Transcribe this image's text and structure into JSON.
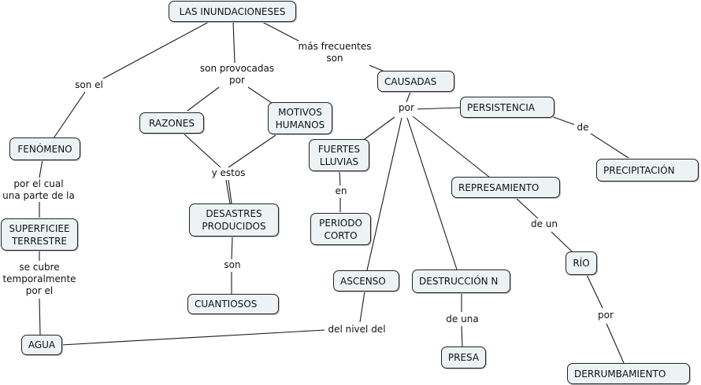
{
  "concepts": {
    "inundaciones": "LAS INUNDACIONESES",
    "fenomeno": "FENÓMENO",
    "superficie": "SUPERFICIEE\nTERRESTRE",
    "agua": "AGUA",
    "razones": "RAZONES",
    "motivos": "MOTIVOS\nHUMANOS",
    "desastres": "DESASTRES\nPRODUCIDOS",
    "cuantiosos": "CUANTIOSOS",
    "causadas": "CAUSADAS",
    "persistencia": "PERSISTENCIA",
    "precipitacion": "PRECIPITACIÓN",
    "fuertes": "FUERTES\nLLUVIAS",
    "periodo": "PERIODO\nCORTO",
    "ascenso": "ASCENSO",
    "destruccion": "DESTRUCCIÓN  N",
    "presa": "PRESA",
    "represamiento": "REPRESAMIENTO",
    "rio": "RÍO",
    "derrumbamiento": "DERRUMBAMIENTO"
  },
  "linking_phrases": {
    "son_el": "son el",
    "provocadas": "son provocadas\npor",
    "frecuentes": "más frecuentes\nson",
    "por_cual": "por el cual\nuna parte de la",
    "se_cubre": "se cubre\ntemporalmente\npor el",
    "y_estos": "y estos",
    "son": "son",
    "por_causadas": "por",
    "de": "de",
    "en": "en",
    "de_una": "de una",
    "de_un": "de un",
    "por_rio": "por",
    "del_nivel": "del nivel del"
  }
}
